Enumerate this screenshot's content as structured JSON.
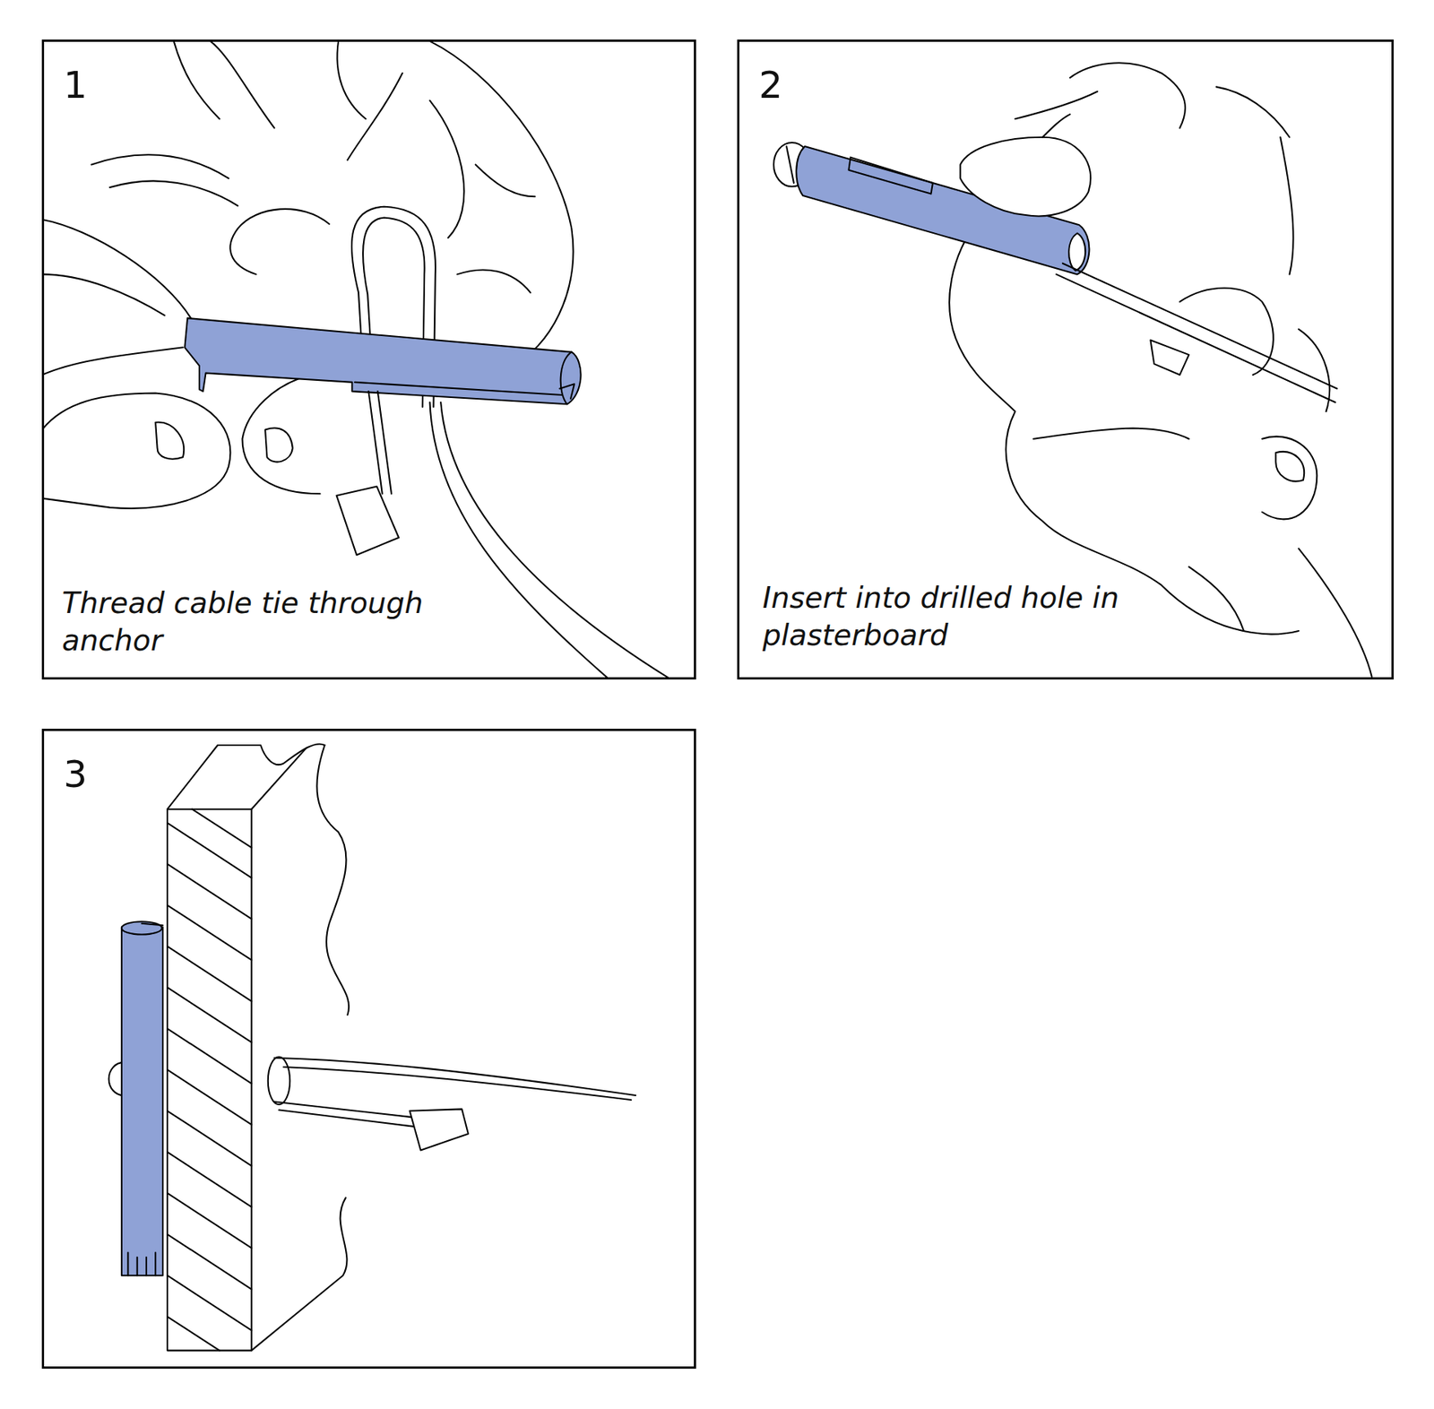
{
  "diagram": {
    "nodes": [
      {
        "text": [
          "1",
          "Thread cable tie through anchor"
        ]
      },
      {
        "text": [
          "2",
          "Insert into drilled hole in plasterboard"
        ]
      },
      {
        "text": [
          "3"
        ]
      }
    ]
  }
}
